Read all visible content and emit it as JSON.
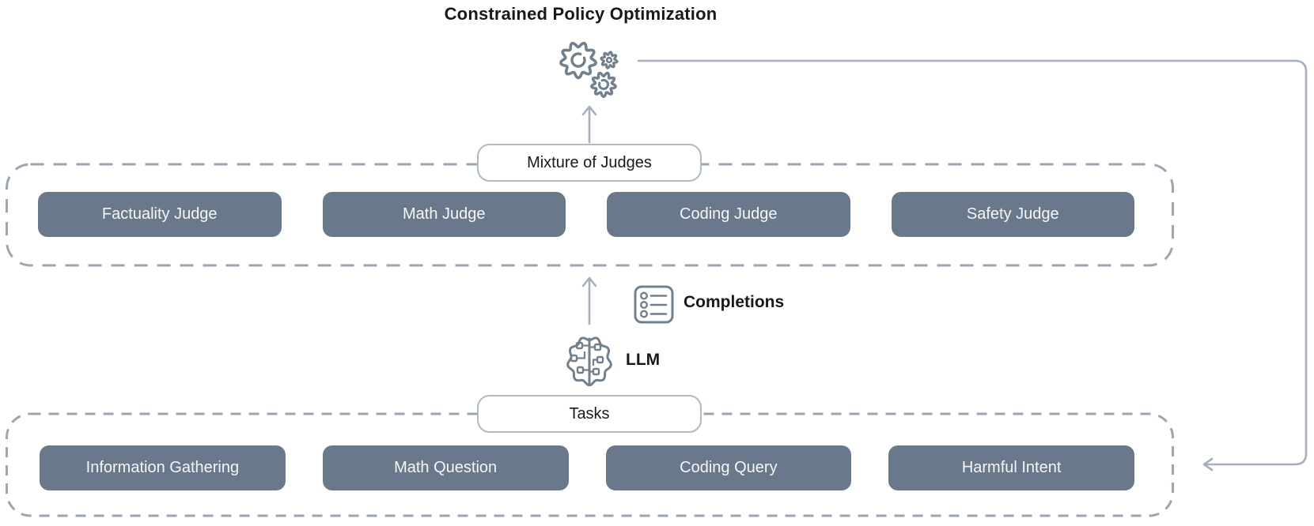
{
  "title": "Constrained Policy Optimization",
  "judges": {
    "group_label": "Mixture of Judges",
    "items": [
      "Factuality Judge",
      "Math Judge",
      "Coding Judge",
      "Safety Judge"
    ]
  },
  "flow": {
    "completions_label": "Completions",
    "llm_label": "LLM"
  },
  "tasks": {
    "group_label": "Tasks",
    "items": [
      "Information Gathering",
      "Math Question",
      "Coding Query",
      "Harmful Intent"
    ]
  },
  "icons": {
    "optimizer": "gears-icon",
    "completions": "checklist-icon",
    "llm": "brain-circuit-icon"
  },
  "colors": {
    "box_fill": "#69798b",
    "box_text": "#f4f6f8",
    "dash_border": "#9aa6b2",
    "label_border": "#b0bac5",
    "line": "#a6b0bc",
    "icon": "#72808e",
    "heading_text": "#17191c"
  }
}
